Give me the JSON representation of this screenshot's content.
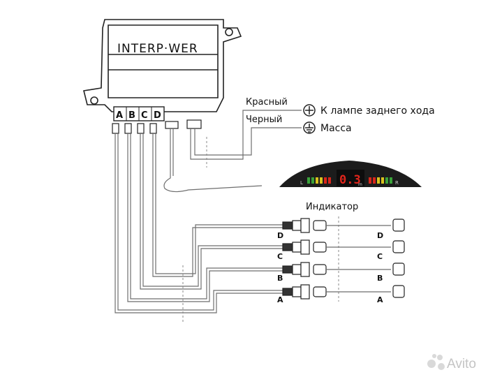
{
  "brand": "INTERP·WER",
  "connectors": [
    "A",
    "B",
    "C",
    "D"
  ],
  "wires": {
    "red_label": "Красный",
    "black_label": "Черный",
    "plus_text": "К лампе заднего хода",
    "ground_text": "Масса"
  },
  "indicator": {
    "label": "Индикатор",
    "readout": "0.3",
    "left_mark": "L",
    "right_mark": "R",
    "mid_mark": "m"
  },
  "sensor_rows": [
    {
      "left": "D",
      "right": "D"
    },
    {
      "left": "C",
      "right": "C"
    },
    {
      "left": "B",
      "right": "B"
    },
    {
      "left": "A",
      "right": "A"
    }
  ],
  "watermark": "Avito",
  "colors": {
    "line": "#6e6e6e",
    "display_body": "#1c1c1c",
    "segment_red": "#e0251b",
    "bar_green": "#3aa23a",
    "bar_yellow": "#d9c21e",
    "bar_red": "#d8261a"
  }
}
